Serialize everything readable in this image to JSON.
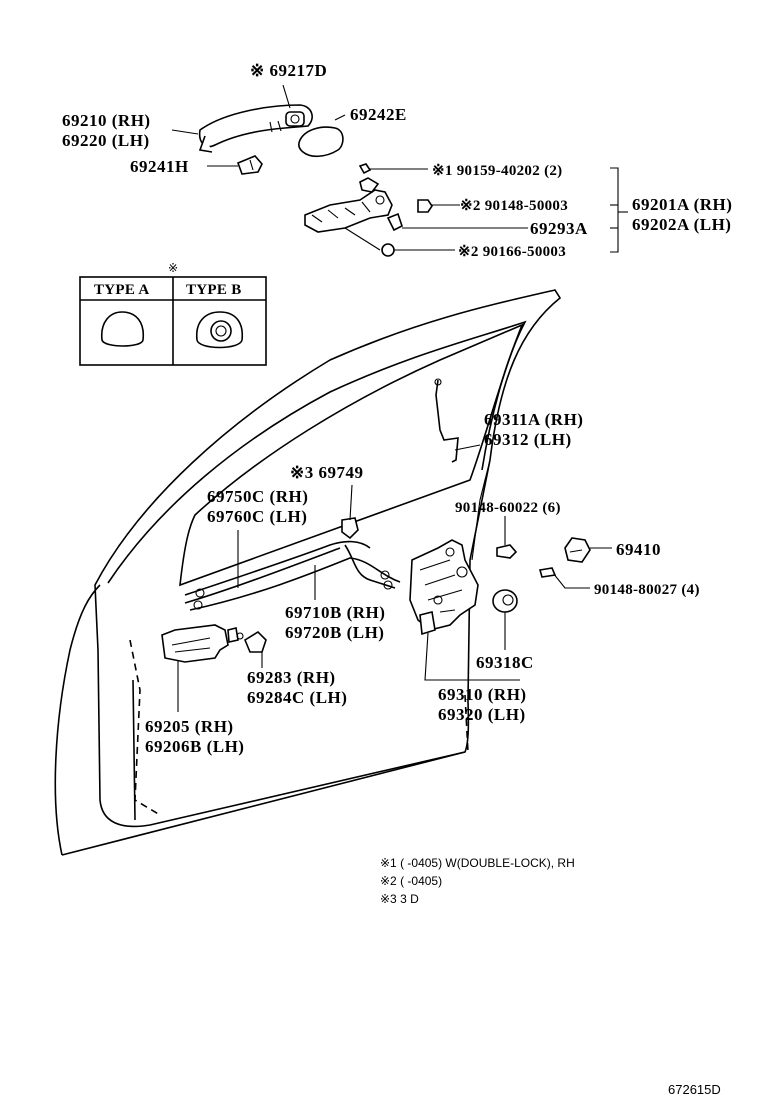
{
  "labels": {
    "p69217d": "※ 69217D",
    "p69210": "69210 (RH)",
    "p69220": "69220 (LH)",
    "p69242e": "69242E",
    "p69241h": "69241H",
    "p90159": "※1  90159-40202 (2)",
    "p90148_50003": "※2 90148-50003",
    "p69293a": "69293A",
    "p90166": "※2 90166-50003",
    "p69201a": "69201A (RH)",
    "p69202a": "69202A (LH)",
    "type_star": "※",
    "type_a": "TYPE  A",
    "type_b": "TYPE  B",
    "p69311a": "69311A (RH)",
    "p69312": "69312 (LH)",
    "p69749": "※3  69749",
    "p69750c": "69750C (RH)",
    "p69760c": "69760C (LH)",
    "p90148_60022": "90148-60022 (6)",
    "p69410": "69410",
    "p90148_80027": "90148-80027 (4)",
    "p69710b": "69710B (RH)",
    "p69720b": "69720B (LH)",
    "p69318c": "69318C",
    "p69283": "69283 (RH)",
    "p69284c": "69284C (LH)",
    "p69310": "69310 (RH)",
    "p69320": "69320 (LH)",
    "p69205": "69205 (RH)",
    "p69206b": "69206B (LH)"
  },
  "notes": {
    "n1": "※1  (      -0405)  W(DOUBLE-LOCK), RH",
    "n2": "※2  (      -0405)",
    "n3": "※3  3 D"
  },
  "figure_id": "672615D"
}
